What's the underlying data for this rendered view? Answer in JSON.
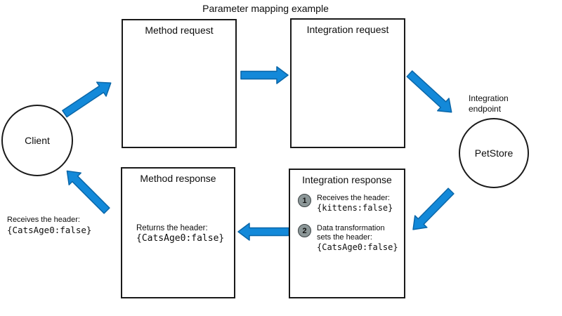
{
  "title": "Parameter mapping example",
  "colors": {
    "background": "#ffffff",
    "arrow_fill": "#1389d9",
    "arrow_stroke": "#0a66a8",
    "badge_fill": "#8c9798",
    "badge_stroke": "#3a4143"
  },
  "nodes": {
    "client": {
      "label": "Client"
    },
    "petstore": {
      "label": "PetStore",
      "caption_line1": "Integration",
      "caption_line2": "endpoint"
    }
  },
  "boxes": {
    "method_request": {
      "title": "Method request"
    },
    "integration_request": {
      "title": "Integration request"
    },
    "method_response": {
      "title": "Method response",
      "body_line1": "Returns the header:",
      "body_code": "{CatsAge0:false}"
    },
    "integration_response": {
      "title": "Integration response",
      "steps": [
        {
          "num": "1",
          "text_line1": "Receives the header:",
          "code": "{kittens:false}"
        },
        {
          "num": "2",
          "text_line1": "Data transformation",
          "text_line2": "sets the header:",
          "code": "{CatsAge0:false}"
        }
      ]
    }
  },
  "client_note": {
    "line1": "Receives the header:",
    "code": "{CatsAge0:false}"
  }
}
